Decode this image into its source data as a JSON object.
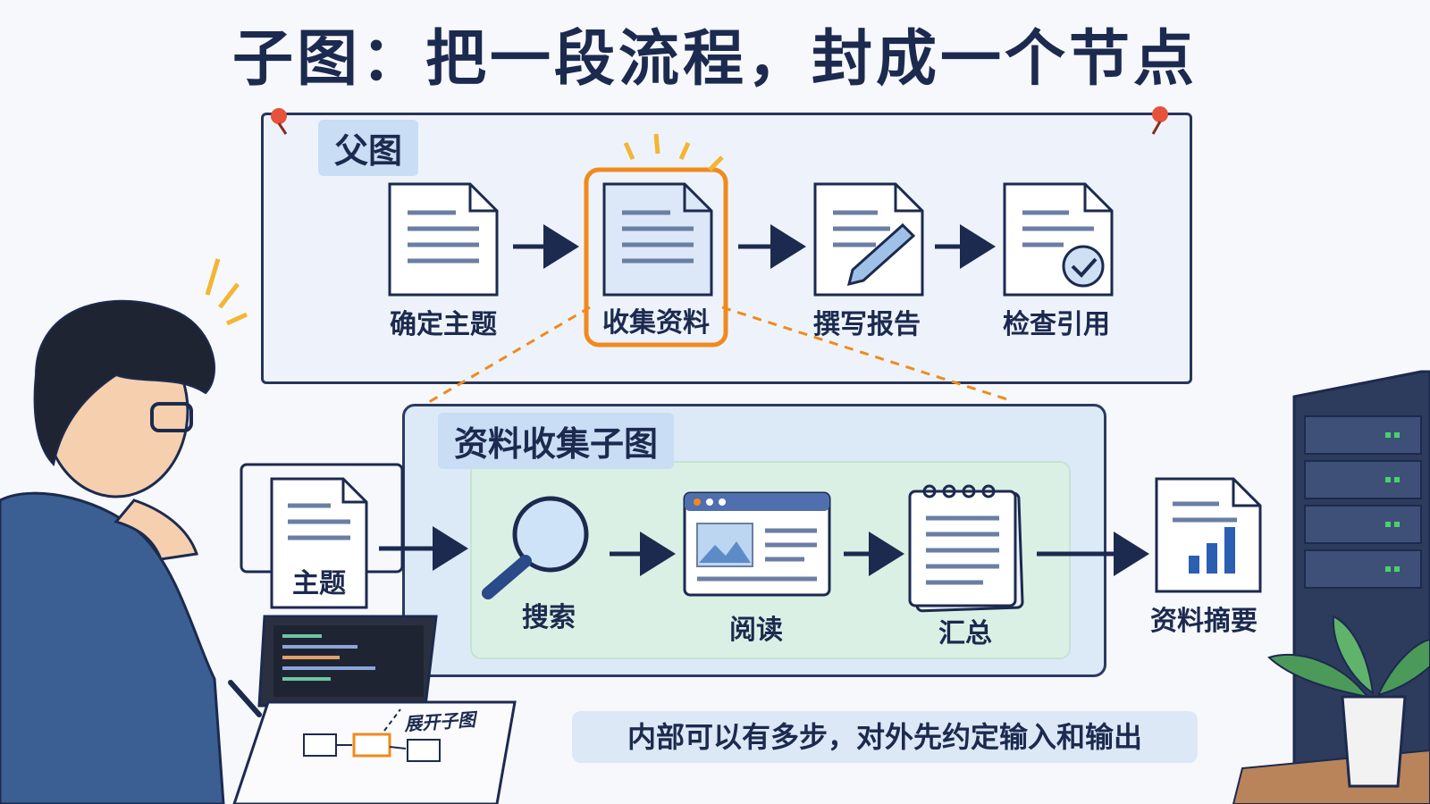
{
  "title": "子图：把一段流程，封成一个节点",
  "parent": {
    "tag": "父图",
    "nodes": [
      "确定主题",
      "收集资料",
      "撰写报告",
      "检查引用"
    ]
  },
  "subgraph": {
    "tag": "资料收集子图",
    "input": "主题",
    "steps": [
      "搜索",
      "阅读",
      "汇总"
    ],
    "output": "资料摘要"
  },
  "note": "内部可以有多步，对外先约定输入和输出",
  "notebook_caption": "展开子图",
  "colors": {
    "ink": "#1c2a4f",
    "highlight": "#f08a1c",
    "panel_bg": "#eef3fb",
    "sub_bg": "#dceaf8",
    "inner_bg": "#dbf0e4",
    "doc_blue": "#dce8f7"
  }
}
